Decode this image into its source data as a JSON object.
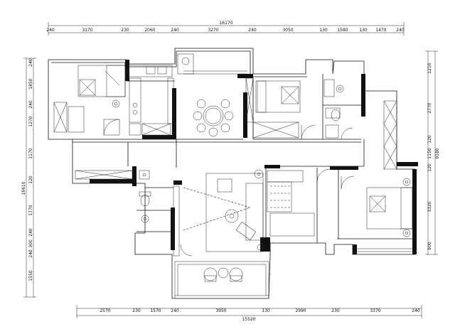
{
  "top_dims": {
    "total": "16170",
    "segments": [
      "240",
      "3170",
      "230",
      "2060",
      "240",
      "3270",
      "240",
      "3050",
      "130",
      "1580",
      "130",
      "1470",
      "240"
    ]
  },
  "bottom_dims": {
    "total": "15520",
    "segments": [
      "2570",
      "230",
      "1570",
      "240",
      "3950",
      "130",
      "2990",
      "230",
      "3370",
      "240"
    ]
  },
  "left_dims": {
    "total": "16610",
    "segments": [
      "240",
      "1850",
      "240",
      "1270",
      "1170",
      "120",
      "1770",
      "240",
      "300",
      "240",
      "1550"
    ]
  },
  "right_dims": {
    "total": "9180",
    "segments": [
      "1210",
      "2770",
      "120",
      "1150",
      "120",
      "3320",
      "600"
    ]
  }
}
